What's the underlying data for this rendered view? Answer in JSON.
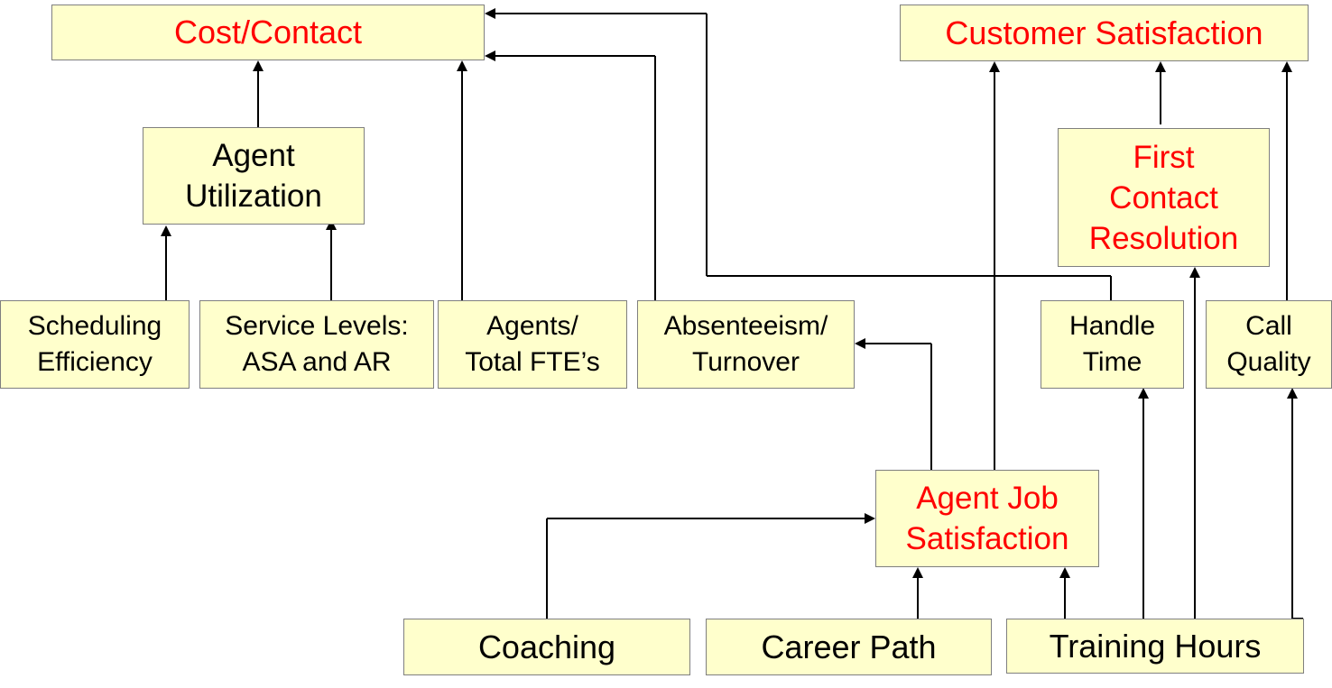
{
  "nodes": {
    "cost_contact": {
      "label": "Cost/Contact",
      "color": "#ff0000"
    },
    "customer_satisfaction": {
      "label": "Customer Satisfaction",
      "color": "#ff0000"
    },
    "agent_utilization": {
      "label": "Agent\nUtilization",
      "color": "#000000"
    },
    "first_contact_resolution": {
      "label": "First\nContact\nResolution",
      "color": "#ff0000"
    },
    "scheduling_efficiency": {
      "label": "Scheduling\nEfficiency",
      "color": "#000000"
    },
    "service_levels": {
      "label": "Service Levels:\nASA and AR",
      "color": "#000000"
    },
    "agents_total_fte": {
      "label": "Agents/\nTotal FTE’s",
      "color": "#000000"
    },
    "absenteeism_turnover": {
      "label": "Absenteeism/\nTurnover",
      "color": "#000000"
    },
    "handle_time": {
      "label": "Handle\nTime",
      "color": "#000000"
    },
    "call_quality": {
      "label": "Call\nQuality",
      "color": "#000000"
    },
    "agent_job_satisfaction": {
      "label": "Agent Job\nSatisfaction",
      "color": "#ff0000"
    },
    "coaching": {
      "label": "Coaching",
      "color": "#000000"
    },
    "career_path": {
      "label": "Career Path",
      "color": "#000000"
    },
    "training_hours": {
      "label": "Training Hours",
      "color": "#000000"
    }
  },
  "edges": [
    {
      "from": "agent_utilization",
      "to": "cost_contact"
    },
    {
      "from": "agents_total_fte",
      "to": "cost_contact"
    },
    {
      "from": "absenteeism_turnover",
      "to": "cost_contact"
    },
    {
      "from": "handle_time",
      "to": "cost_contact"
    },
    {
      "from": "scheduling_efficiency",
      "to": "agent_utilization"
    },
    {
      "from": "service_levels",
      "to": "agent_utilization"
    },
    {
      "from": "agent_job_satisfaction",
      "to": "customer_satisfaction"
    },
    {
      "from": "first_contact_resolution",
      "to": "customer_satisfaction"
    },
    {
      "from": "call_quality",
      "to": "customer_satisfaction"
    },
    {
      "from": "training_hours",
      "to": "first_contact_resolution"
    },
    {
      "from": "training_hours",
      "to": "handle_time"
    },
    {
      "from": "training_hours",
      "to": "call_quality"
    },
    {
      "from": "training_hours",
      "to": "agent_job_satisfaction"
    },
    {
      "from": "agent_job_satisfaction",
      "to": "absenteeism_turnover"
    },
    {
      "from": "coaching",
      "to": "agent_job_satisfaction"
    },
    {
      "from": "career_path",
      "to": "agent_job_satisfaction"
    }
  ],
  "colors": {
    "box_fill": "#ffffcc",
    "box_border": "#7f7f7f",
    "highlight_text": "#ff0000",
    "default_text": "#000000",
    "connector": "#000000"
  }
}
